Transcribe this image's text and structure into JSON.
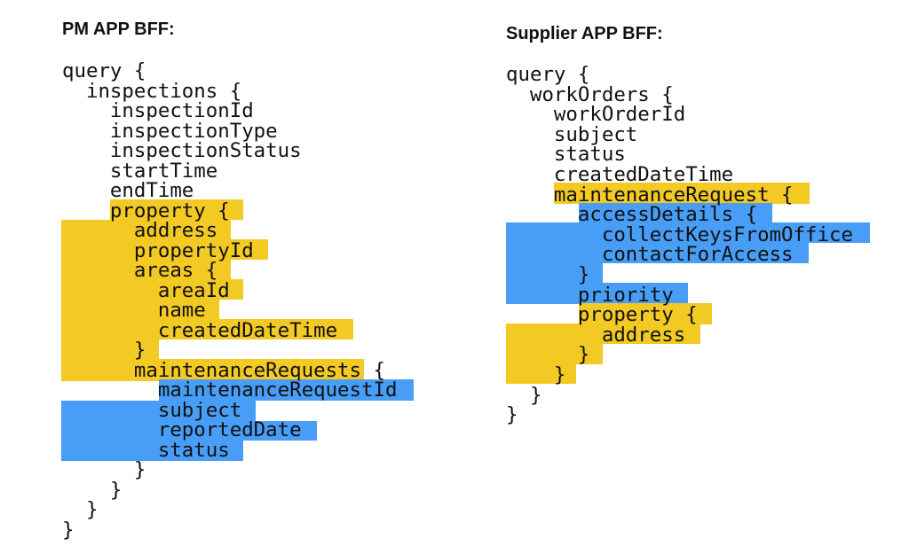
{
  "colors": {
    "yellow_highlight": "#f3c924",
    "blue_highlight": "#489ef6"
  },
  "panels": [
    {
      "title": "PM APP BFF:",
      "lines": [
        "query {",
        "  inspections {",
        "    inspectionId",
        "    inspectionType",
        "    inspectionStatus",
        "    startTime",
        "    endTime",
        "    property {",
        "      address",
        "      propertyId",
        "      areas {",
        "        areaId",
        "        name",
        "        createdDateTime",
        "      }",
        "      maintenanceRequests {",
        "        maintenanceRequestId",
        "        subject",
        "        reportedDate",
        "        status",
        "      }",
        "    }",
        "  }",
        "}"
      ]
    },
    {
      "title": "Supplier APP BFF:",
      "lines": [
        "query {",
        "  workOrders {",
        "    workOrderId",
        "    subject",
        "    status",
        "    createdDateTime",
        "    maintenanceRequest {",
        "      accessDetails {",
        "        collectKeysFromOffice",
        "        contactForAccess",
        "      }",
        "      priority",
        "      property {",
        "        address",
        "      }",
        "    }",
        "  }",
        "}"
      ]
    }
  ]
}
